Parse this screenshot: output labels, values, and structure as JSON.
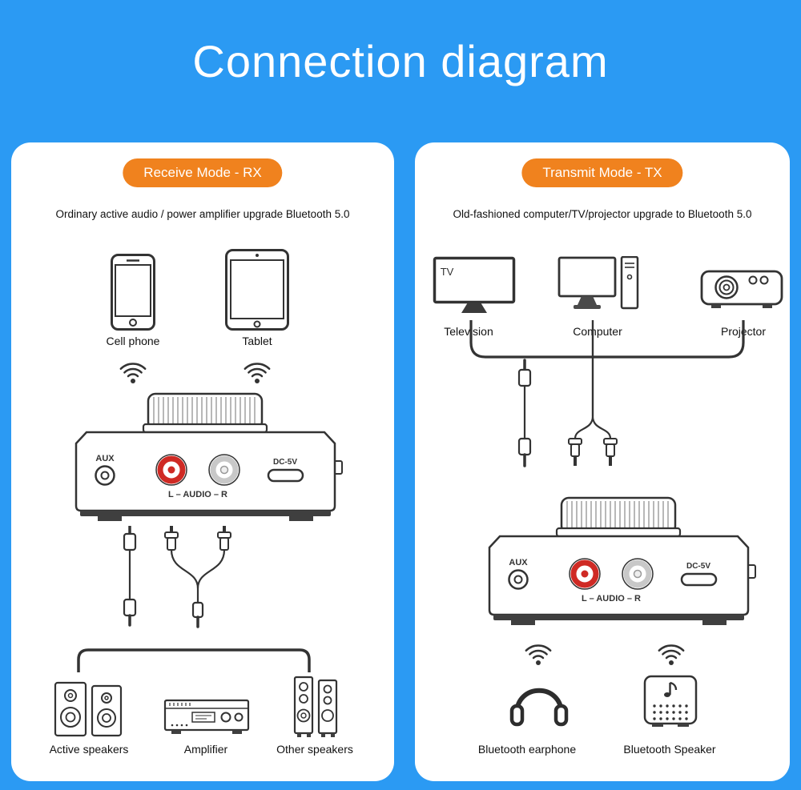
{
  "title": "Connection diagram",
  "colors": {
    "background": "#2b9af3",
    "panel": "#ffffff",
    "badge": "#f0821e",
    "badge_text": "#ffffff",
    "title_text": "#ffffff",
    "body_text": "#111111",
    "rca_red": "#cf2a24"
  },
  "receive_panel": {
    "badge": "Receive Mode - RX",
    "subtitle": "Ordinary active audio / power amplifier upgrade Bluetooth 5.0",
    "sources": [
      {
        "label": "Cell phone",
        "icon": "cell-phone-icon"
      },
      {
        "label": "Tablet",
        "icon": "tablet-icon"
      }
    ],
    "device": {
      "aux": "AUX",
      "audio": "L – AUDIO – R",
      "power": "DC-5V"
    },
    "outputs": [
      {
        "label": "Active speakers",
        "icon": "active-speakers-icon"
      },
      {
        "label": "Amplifier",
        "icon": "amplifier-icon"
      },
      {
        "label": "Other speakers",
        "icon": "tower-speakers-icon"
      }
    ]
  },
  "transmit_panel": {
    "badge": "Transmit Mode - TX",
    "subtitle": "Old-fashioned computer/TV/projector upgrade to Bluetooth 5.0",
    "sources": [
      {
        "label": "Television",
        "screen_text": "TV",
        "icon": "television-icon"
      },
      {
        "label": "Computer",
        "icon": "computer-icon"
      },
      {
        "label": "Projector",
        "icon": "projector-icon"
      }
    ],
    "device": {
      "aux": "AUX",
      "audio": "L – AUDIO – R",
      "power": "DC-5V"
    },
    "outputs": [
      {
        "label": "Bluetooth earphone",
        "icon": "headphones-icon"
      },
      {
        "label": "Bluetooth Speaker",
        "icon": "bluetooth-speaker-icon"
      }
    ]
  }
}
